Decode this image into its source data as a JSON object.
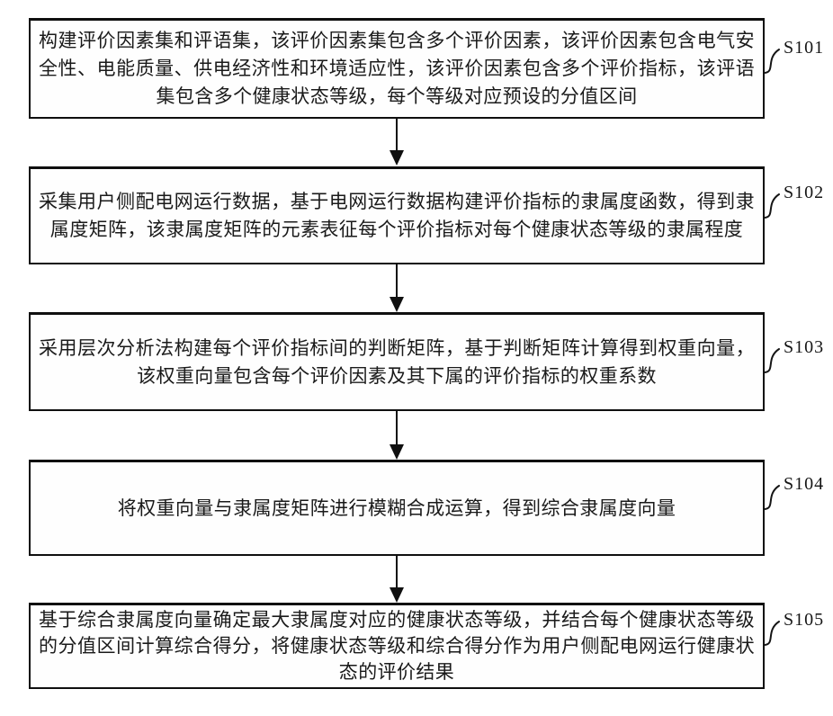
{
  "figure": {
    "type": "flowchart",
    "colors": {
      "ink": "#1a1a1a",
      "background": "#ffffff"
    },
    "steps": [
      {
        "label": "S101",
        "lines": [
          "构建评价因素集和评语集，该评价因素集包含多个评价因素，该评价因素包含电气安",
          "全性、电能质量、供电经济性和环境适应性，该评价因素包含多个评价指标，该评语",
          "集包含多个健康状态等级，每个等级对应预设的分值区间"
        ]
      },
      {
        "label": "S102",
        "lines": [
          "采集用户侧配电网运行数据，基于电网运行数据构建评价指标的隶属度函数，得到隶",
          "属度矩阵，该隶属度矩阵的元素表征每个评价指标对每个健康状态等级的隶属程度"
        ]
      },
      {
        "label": "S103",
        "lines": [
          "采用层次分析法构建每个评价指标间的判断矩阵，基于判断矩阵计算得到权重向量，",
          "该权重向量包含每个评价因素及其下属的评价指标的权重系数"
        ]
      },
      {
        "label": "S104",
        "lines": [
          "将权重向量与隶属度矩阵进行模糊合成运算，得到综合隶属度向量"
        ]
      },
      {
        "label": "S105",
        "lines": [
          "基于综合隶属度向量确定最大隶属度对应的健康状态等级，并结合每个健康状态等级",
          "的分值区间计算综合得分，将健康状态等级和综合得分作为用户侧配电网运行健康状",
          "态的评价结果"
        ]
      }
    ]
  }
}
